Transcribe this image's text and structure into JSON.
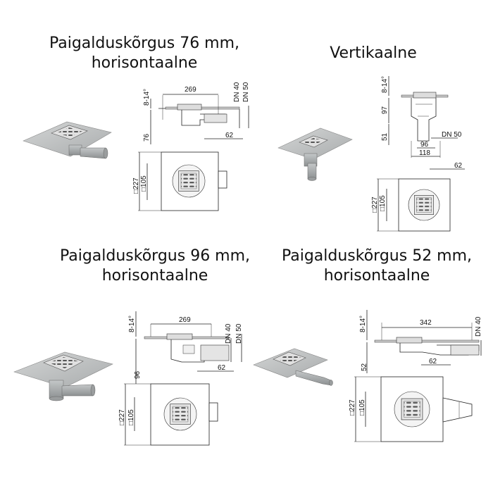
{
  "sections": [
    {
      "title_line1": "Paigalduskõrgus 76 mm,",
      "title_line2": "horisontaalne",
      "dims": {
        "height": "8-14°",
        "length": "269",
        "dn1": "DN 40",
        "dn2": "DN 50",
        "install_height": "76",
        "outlet": "62",
        "outer": "□227",
        "inner": "□105"
      }
    },
    {
      "title_line1": "Vertikaalne",
      "title_line2": "",
      "dims": {
        "height": "8-14°",
        "body": "97",
        "install_height": "51",
        "dn": "DN 50",
        "w1": "96",
        "w2": "118",
        "outlet": "62",
        "outer": "□227",
        "inner": "□105"
      }
    },
    {
      "title_line1": "Paigalduskõrgus 96 mm,",
      "title_line2": "horisontaalne",
      "dims": {
        "height": "8-14°",
        "length": "269",
        "dn1": "DN 40",
        "dn2": "DN 50",
        "install_height": "96",
        "outlet": "62",
        "outer": "□227",
        "inner": "□105"
      }
    },
    {
      "title_line1": "Paigalduskõrgus 52 mm,",
      "title_line2": "horisontaalne",
      "dims": {
        "height": "8-14°",
        "length": "342",
        "dn1": "DN 40",
        "install_height": "52",
        "outlet": "62",
        "outer": "□227",
        "inner": "□105"
      }
    }
  ],
  "colors": {
    "steel": "#b9bcbc",
    "steel_dark": "#8d9192",
    "line": "#222222"
  }
}
